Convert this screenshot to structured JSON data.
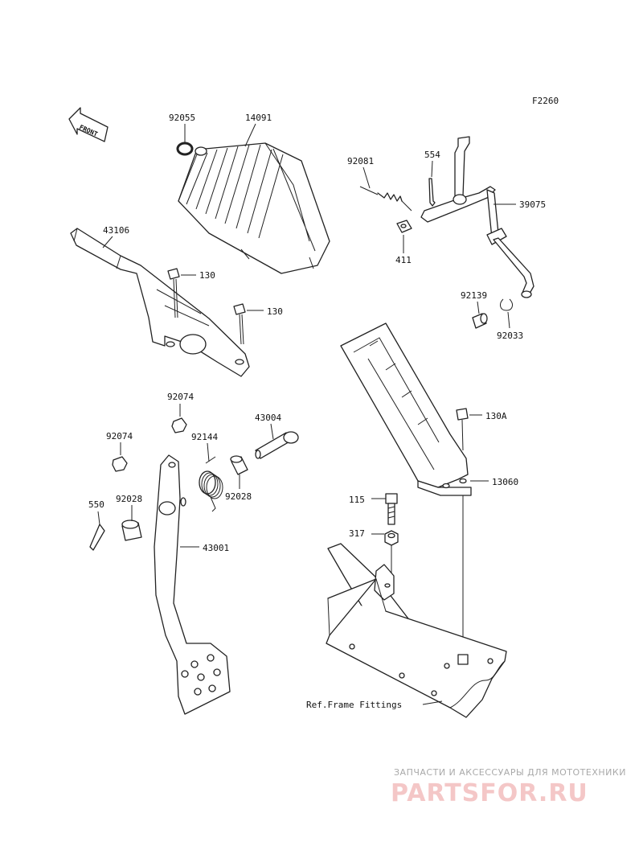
{
  "figure_code": "F2260",
  "front_label": "FRONT",
  "reference_label": "Ref.Frame Fittings",
  "watermark": {
    "tagline": "ЗАПЧАСТИ И АКСЕССУАРЫ ДЛЯ МОТОТЕХНИКИ",
    "site": "PARTSFOR.RU"
  },
  "callouts": [
    "92055",
    "14091",
    "43106",
    "130",
    "130",
    "92081",
    "554",
    "39075",
    "411",
    "92139",
    "92033",
    "92074",
    "92074",
    "92144",
    "43004",
    "92028",
    "92028",
    "550",
    "43001",
    "130A",
    "13060",
    "115",
    "317"
  ]
}
